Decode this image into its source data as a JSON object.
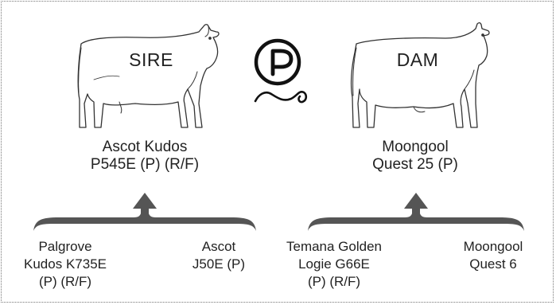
{
  "colors": {
    "line": "#1a1a1a",
    "bracket": "#555555",
    "border": "#777777"
  },
  "sire": {
    "tag": "SIRE",
    "name": [
      "Ascot Kudos",
      "P545E (P) (R/F)"
    ],
    "sire_parent": [
      "Palgrove",
      "Kudos K735E",
      "(P) (R/F)"
    ],
    "dam_parent": [
      "Ascot",
      "J50E (P)"
    ]
  },
  "dam": {
    "tag": "DAM",
    "name": [
      "Moongool",
      "Quest 25 (P)"
    ],
    "sire_parent": [
      "Temana Golden",
      "Logie G66E",
      "(P) (R/F)"
    ],
    "dam_parent": [
      "Moongool",
      "Quest 6"
    ]
  },
  "badge": {
    "letter": "P",
    "icon": "polled-symbol-icon"
  }
}
